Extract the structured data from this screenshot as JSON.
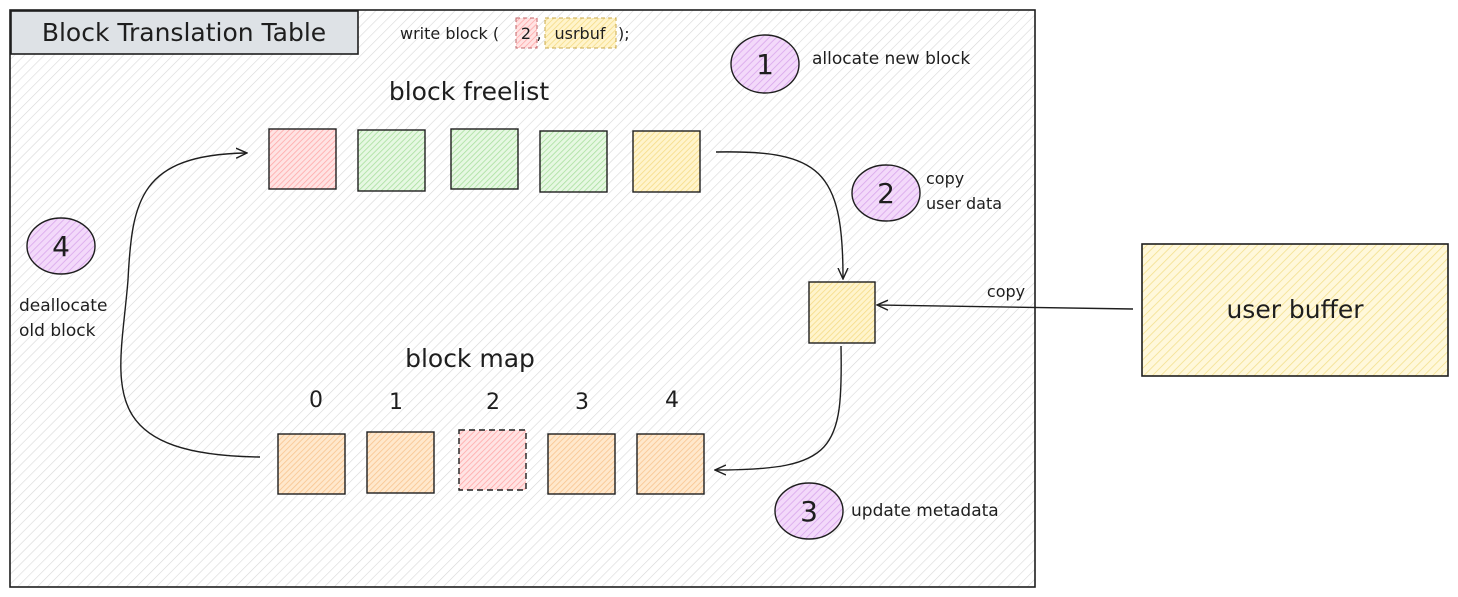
{
  "title": "Block Translation Table",
  "code": {
    "prefix": "write block (",
    "arg1": "2",
    "sep": ",",
    "arg2": "usrbuf",
    "suffix": ");"
  },
  "freelist": {
    "label": "block freelist",
    "blocks": [
      {
        "state": "freed"
      },
      {
        "state": "free"
      },
      {
        "state": "free"
      },
      {
        "state": "free"
      },
      {
        "state": "allocated"
      }
    ]
  },
  "block_map": {
    "label": "block map",
    "indices": [
      "0",
      "1",
      "2",
      "3",
      "4"
    ],
    "blocks": [
      {
        "state": "mapped"
      },
      {
        "state": "mapped"
      },
      {
        "state": "old"
      },
      {
        "state": "mapped"
      },
      {
        "state": "mapped"
      }
    ]
  },
  "steps": [
    {
      "number": "1",
      "text": [
        "allocate new block"
      ]
    },
    {
      "number": "2",
      "text": [
        "copy",
        "user data"
      ]
    },
    {
      "number": "3",
      "text": [
        "update metadata"
      ]
    },
    {
      "number": "4",
      "text": [
        "deallocate",
        "old block"
      ]
    }
  ],
  "copy_label": "copy",
  "user_buffer": "user buffer",
  "colors": {
    "red_fill": "#ffc9c9",
    "red_stroke": "#c2666a",
    "green_fill": "#b2f2bb",
    "green_stroke": "#5f8f4e",
    "yellow_fill": "#ffec99",
    "orange_fill": "#ffd8a8",
    "purple_fill": "#eebefa",
    "title_fill": "#dee2e6",
    "panel_fill": "#f8f9fa",
    "stroke": "#1e1e1e"
  }
}
